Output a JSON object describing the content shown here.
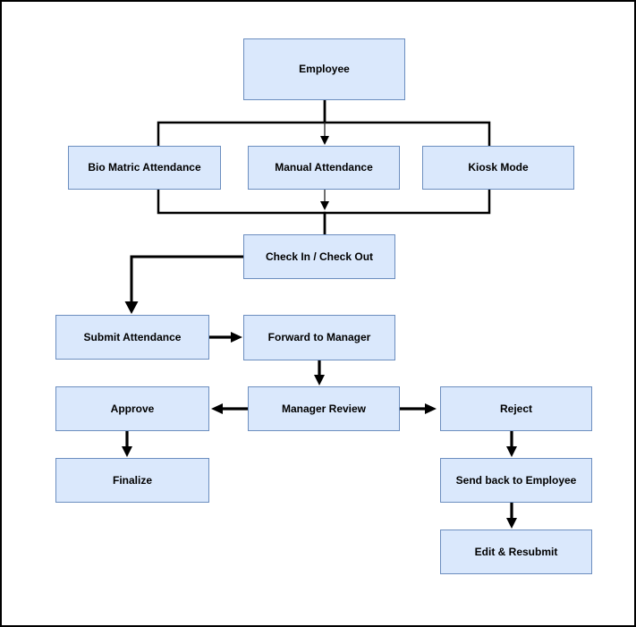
{
  "diagram": {
    "type": "flowchart",
    "nodes": {
      "employee": {
        "label": "Employee"
      },
      "bio_matric_attendance": {
        "label": "Bio Matric Attendance"
      },
      "manual_attendance": {
        "label": "Manual Attendance"
      },
      "kiosk_mode": {
        "label": "Kiosk Mode"
      },
      "check_in_check_out": {
        "label": "Check In / Check Out"
      },
      "submit_attendance": {
        "label": "Submit Attendance"
      },
      "forward_to_manager": {
        "label": "Forward to Manager"
      },
      "manager_review": {
        "label": "Manager Review"
      },
      "approve": {
        "label": "Approve"
      },
      "reject": {
        "label": "Reject"
      },
      "finalize": {
        "label": "Finalize"
      },
      "send_back_to_employee": {
        "label": "Send back to Employee"
      },
      "edit_and_resubmit": {
        "label": "Edit & Resubmit"
      }
    },
    "edges": [
      {
        "from": "employee",
        "to": "bio_matric_attendance",
        "arrowhead": false
      },
      {
        "from": "employee",
        "to": "manual_attendance",
        "arrowhead": true
      },
      {
        "from": "employee",
        "to": "kiosk_mode",
        "arrowhead": false
      },
      {
        "from": "bio_matric_attendance",
        "to": "check_in_check_out",
        "arrowhead": false
      },
      {
        "from": "manual_attendance",
        "to": "check_in_check_out",
        "arrowhead": true
      },
      {
        "from": "kiosk_mode",
        "to": "check_in_check_out",
        "arrowhead": false
      },
      {
        "from": "check_in_check_out",
        "to": "submit_attendance",
        "arrowhead": true
      },
      {
        "from": "submit_attendance",
        "to": "forward_to_manager",
        "arrowhead": true
      },
      {
        "from": "forward_to_manager",
        "to": "manager_review",
        "arrowhead": true
      },
      {
        "from": "manager_review",
        "to": "approve",
        "arrowhead": true
      },
      {
        "from": "manager_review",
        "to": "reject",
        "arrowhead": true
      },
      {
        "from": "approve",
        "to": "finalize",
        "arrowhead": true
      },
      {
        "from": "reject",
        "to": "send_back_to_employee",
        "arrowhead": true
      },
      {
        "from": "send_back_to_employee",
        "to": "edit_and_resubmit",
        "arrowhead": true
      }
    ],
    "colors": {
      "node_fill": "#dae8fc",
      "node_border": "#6c8ebf",
      "connector": "#000000",
      "background": "#ffffff",
      "page_border": "#000000"
    }
  }
}
